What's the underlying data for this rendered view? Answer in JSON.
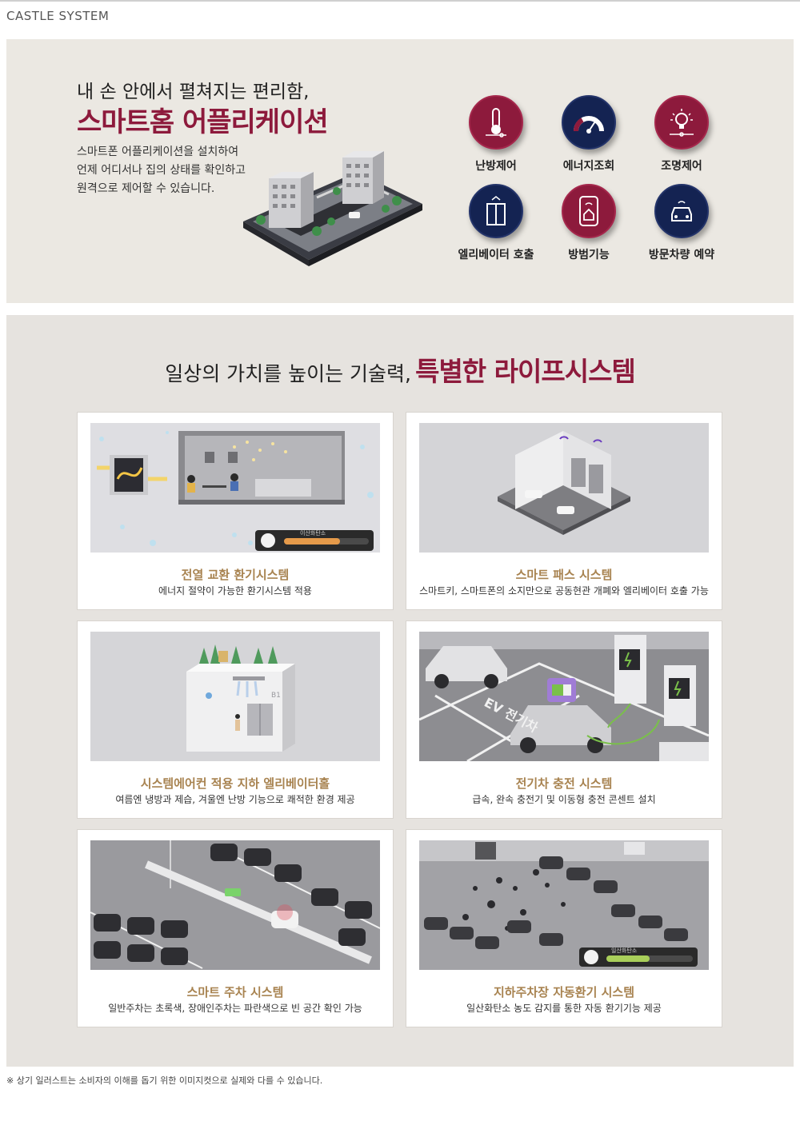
{
  "page": {
    "label": "CASTLE SYSTEM"
  },
  "app_section": {
    "subtitle": "내 손 안에서 펼쳐지는 편리함,",
    "title": "스마트홈 어플리케이션",
    "description": [
      "스마트폰 어플리케이션을 설치하여",
      "언제 어디서나 집의 상태를 확인하고",
      "원격으로 제어할 수 있습니다."
    ],
    "features": [
      {
        "label": "난방제어",
        "icon": "thermometer-icon",
        "color": "#8d1a3c"
      },
      {
        "label": "에너지조회",
        "icon": "energy-gauge-icon",
        "color": "#142352"
      },
      {
        "label": "조명제어",
        "icon": "light-bulb-icon",
        "color": "#8d1a3c"
      },
      {
        "label": "엘리베이터 호출",
        "icon": "elevator-icon",
        "color": "#142352"
      },
      {
        "label": "방범기능",
        "icon": "home-security-icon",
        "color": "#8d1a3c"
      },
      {
        "label": "방문차량 예약",
        "icon": "car-icon",
        "color": "#142352"
      }
    ]
  },
  "life_section": {
    "heading_lead": "일상의 가치를 높이는 기술력,",
    "heading_accent": "특별한 라이프시스템",
    "cards": [
      {
        "title": "전열 교환 환기시스템",
        "desc": "에너지 절약이 가능한 환기시스템 적용",
        "meter_label": "이산화탄소"
      },
      {
        "title": "스마트 패스 시스템",
        "desc": "스마트키, 스마트폰의 소지만으로 공동현관 개폐와 엘리베이터 호출 가능"
      },
      {
        "title": "시스템에어컨 적용 지하 엘리베이터홀",
        "desc": "여름엔 냉방과 제습, 겨울엔 난방 기능으로 쾌적한 환경 제공",
        "floor_label": "B1"
      },
      {
        "title": "전기차 충전 시스템",
        "desc": "급속, 완속 충전기 및 이동형 충전 콘센트 설치",
        "bay_label": "EV 전기차"
      },
      {
        "title": "스마트 주차 시스템",
        "desc": "일반주차는 초록색, 장애인주차는 파란색으로 빈 공간 확인 가능"
      },
      {
        "title": "지하주차장 자동환기 시스템",
        "desc": "일산화탄소 농도 감지를 통한 자동 환기기능 제공",
        "meter_label": "일산화탄소"
      }
    ]
  },
  "disclaimer": "※ 상기 일러스트는 소비자의 이해를 돕기 위한 이미지컷으로 실제와 다를 수 있습니다.",
  "colors": {
    "brand": "#8d1a3c",
    "navy": "#142352",
    "gold": "#a88350",
    "panel": "#ebe8e2"
  }
}
